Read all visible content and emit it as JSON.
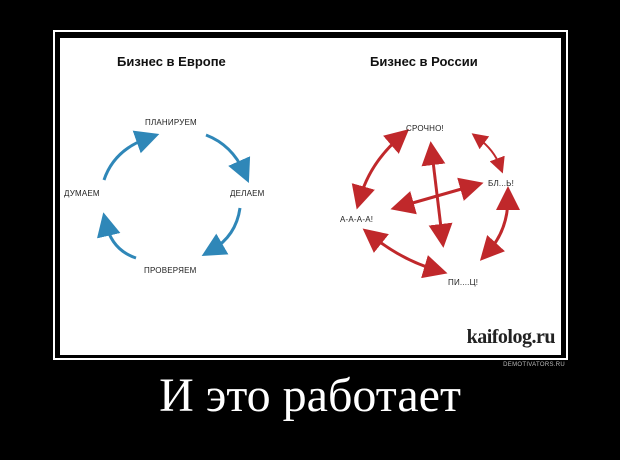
{
  "left": {
    "title": "Бизнес в Европе",
    "labels": {
      "top": "ПЛАНИРУЕМ",
      "right": "ДЕЛАЕМ",
      "bottom": "ПРОВЕРЯЕМ",
      "left": "ДУМАЕМ"
    },
    "arrow_color": "#2f87b8"
  },
  "right": {
    "title": "Бизнес в России",
    "labels": {
      "top": "СРОЧНО!",
      "right": "БЛ...Ь!",
      "bottom": "ПИ....Ц!",
      "left": "А-А-А-А!"
    },
    "arrow_color": "#c0282b"
  },
  "watermark": "kaifolog.ru",
  "source": "DEMOTIVATORS.RU",
  "caption": "И это работает"
}
